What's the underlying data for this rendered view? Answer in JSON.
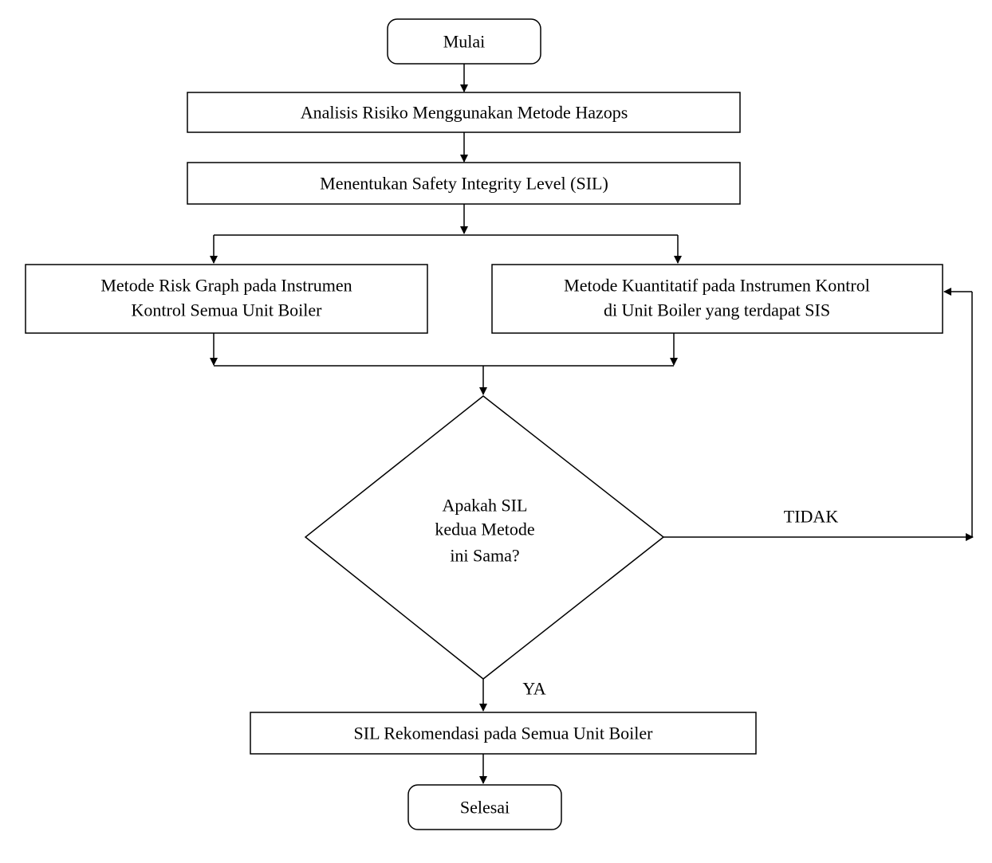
{
  "flowchart": {
    "start": "Mulai",
    "step_hazops": "Analisis Risiko Menggunakan Metode Hazops",
    "step_sil": "Menentukan Safety Integrity Level (SIL)",
    "risk_graph": {
      "line1": "Metode Risk Graph pada  Instrumen",
      "line2": "Kontrol Semua  Unit Boiler"
    },
    "quantitative": {
      "line1": "Metode Kuantitatif pada Instrumen Kontrol",
      "line2": "di Unit Boiler yang terdapat SIS"
    },
    "decision": {
      "line1": "Apakah SIL",
      "line2": "kedua Metode",
      "line3": "ini Sama?"
    },
    "no_label": "TIDAK",
    "yes_label": "YA",
    "recommendation": "SIL Rekomendasi  pada Semua Unit Boiler",
    "end": "Selesai"
  }
}
